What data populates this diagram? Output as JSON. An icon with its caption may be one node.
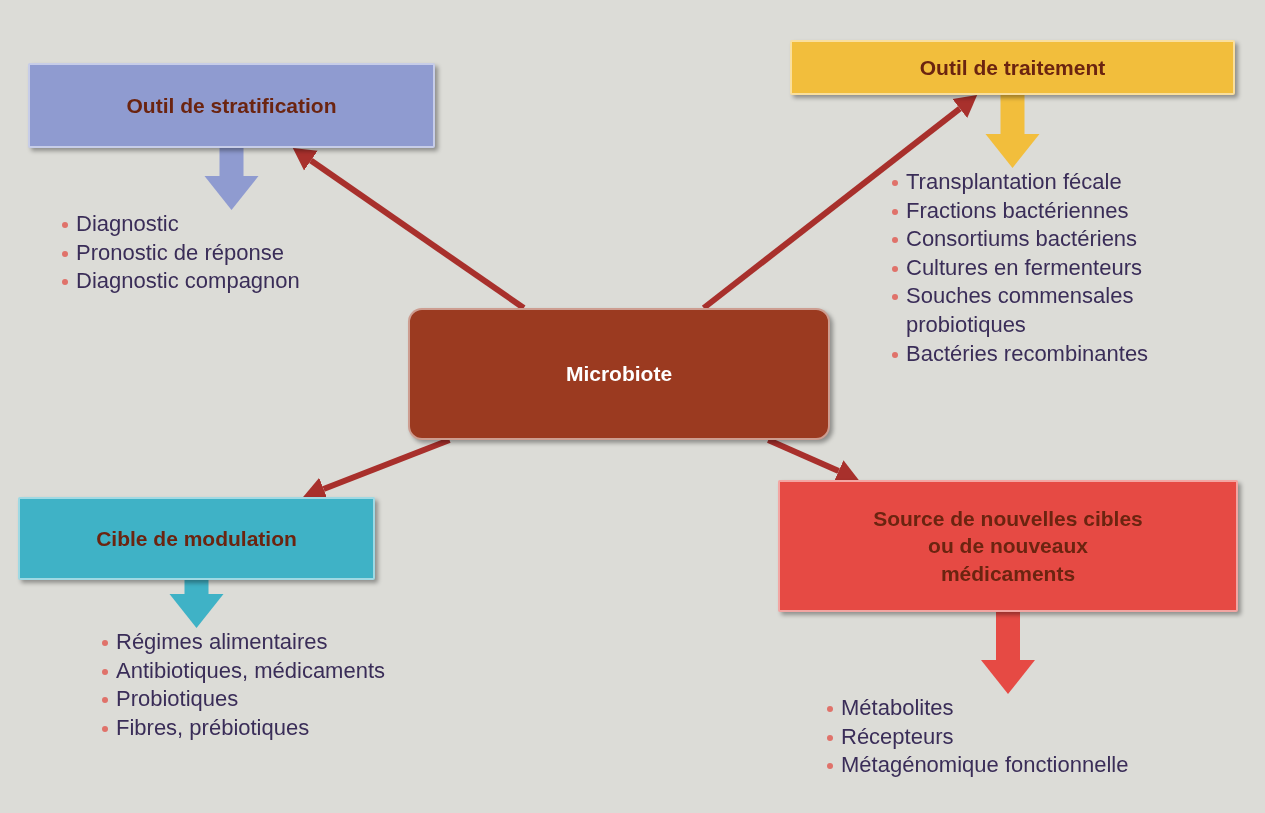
{
  "diagram": {
    "nodes": [
      {
        "text": [
          "Outil de stratification"
        ]
      },
      {
        "text": [
          "Diagnostic",
          "Pronostic de réponse",
          "Diagnostic compagnon"
        ]
      },
      {
        "text": [
          "Outil de traitement"
        ]
      },
      {
        "text": [
          "Transplantation fécale",
          "Fractions bactériennes",
          "Consortiums bactériens",
          "Cultures en fermenteurs",
          "Souches commensales probiotiques",
          "Bactéries recombinantes"
        ]
      },
      {
        "text": [
          "Microbiote"
        ]
      },
      {
        "text": [
          "Cible de modulation"
        ]
      },
      {
        "text": [
          "Régimes alimentaires",
          "Antibiotiques, médicaments",
          "Probiotiques",
          "Fibres, prébiotiques"
        ]
      },
      {
        "text": [
          "Source de nouvelles cibles ou de nouveaux médicaments"
        ]
      },
      {
        "text": [
          "Métabolites",
          "Récepteurs",
          "Métagénomique fonctionnelle"
        ]
      }
    ],
    "edges": [
      {
        "from": 4,
        "to": 0,
        "arrow": "to"
      },
      {
        "from": 4,
        "to": 2,
        "arrow": "to"
      },
      {
        "from": 4,
        "to": 5,
        "arrow": "to"
      },
      {
        "from": 4,
        "to": 7,
        "arrow": "to"
      },
      {
        "from": 0,
        "to": 1,
        "arrow": "to",
        "style": "thick",
        "color": "#8f9bd0"
      },
      {
        "from": 2,
        "to": 3,
        "arrow": "to",
        "style": "thick",
        "color": "#f2be3c"
      },
      {
        "from": 5,
        "to": 6,
        "arrow": "to",
        "style": "thick",
        "color": "#3fb2c6"
      },
      {
        "from": 7,
        "to": 8,
        "arrow": "to",
        "style": "thick",
        "color": "#e64a44"
      }
    ]
  }
}
